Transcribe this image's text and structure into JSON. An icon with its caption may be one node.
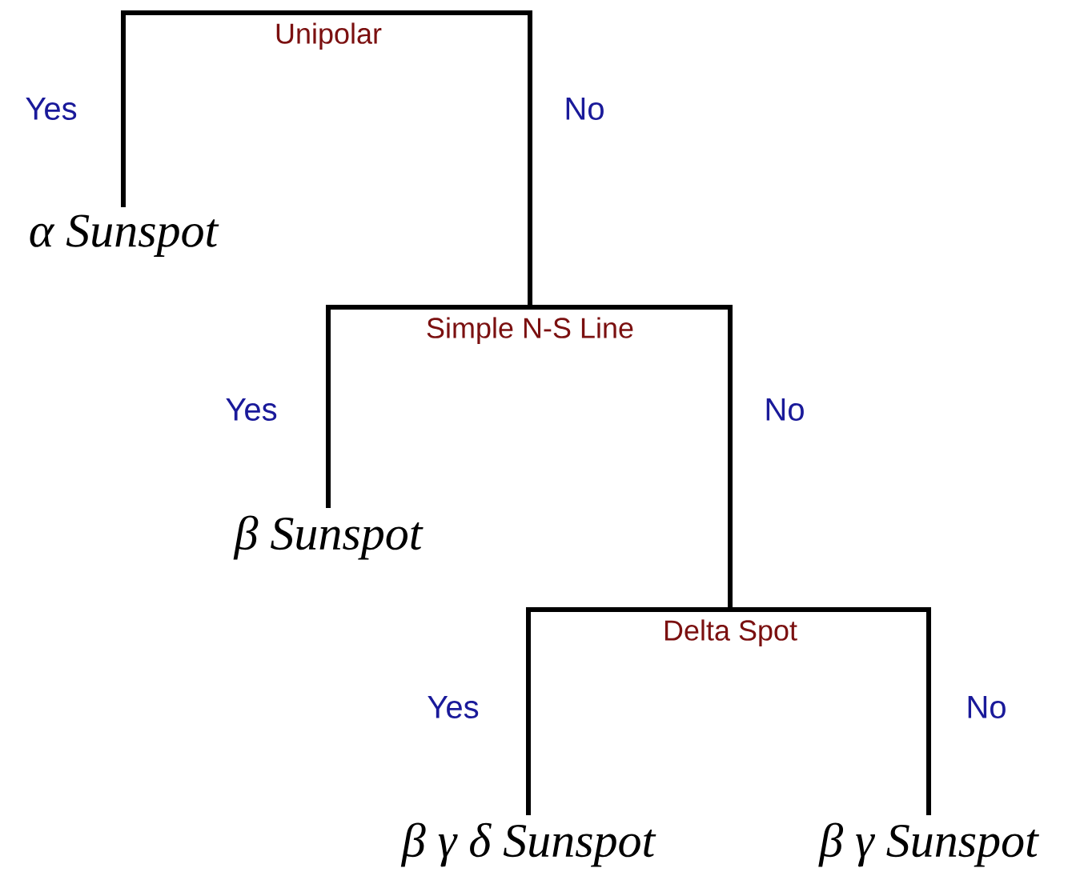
{
  "diagram": {
    "nodes": [
      {
        "text": [
          "Unipolar"
        ]
      },
      {
        "text": [
          "α Sunspot"
        ]
      },
      {
        "text": [
          "Simple N-S Line"
        ]
      },
      {
        "text": [
          "β Sunspot"
        ]
      },
      {
        "text": [
          "Delta Spot"
        ]
      },
      {
        "text": [
          "β γ δ Sunspot"
        ]
      },
      {
        "text": [
          "β γ Sunspot"
        ]
      }
    ],
    "edges": [
      {
        "from": 0,
        "to": 1,
        "arrow": "none",
        "label": "Yes"
      },
      {
        "from": 0,
        "to": 2,
        "arrow": "none",
        "label": "No"
      },
      {
        "from": 2,
        "to": 3,
        "arrow": "none",
        "label": "Yes"
      },
      {
        "from": 2,
        "to": 4,
        "arrow": "none",
        "label": "No"
      },
      {
        "from": 4,
        "to": 5,
        "arrow": "none",
        "label": "Yes"
      },
      {
        "from": 4,
        "to": 6,
        "arrow": "none",
        "label": "No"
      }
    ]
  }
}
